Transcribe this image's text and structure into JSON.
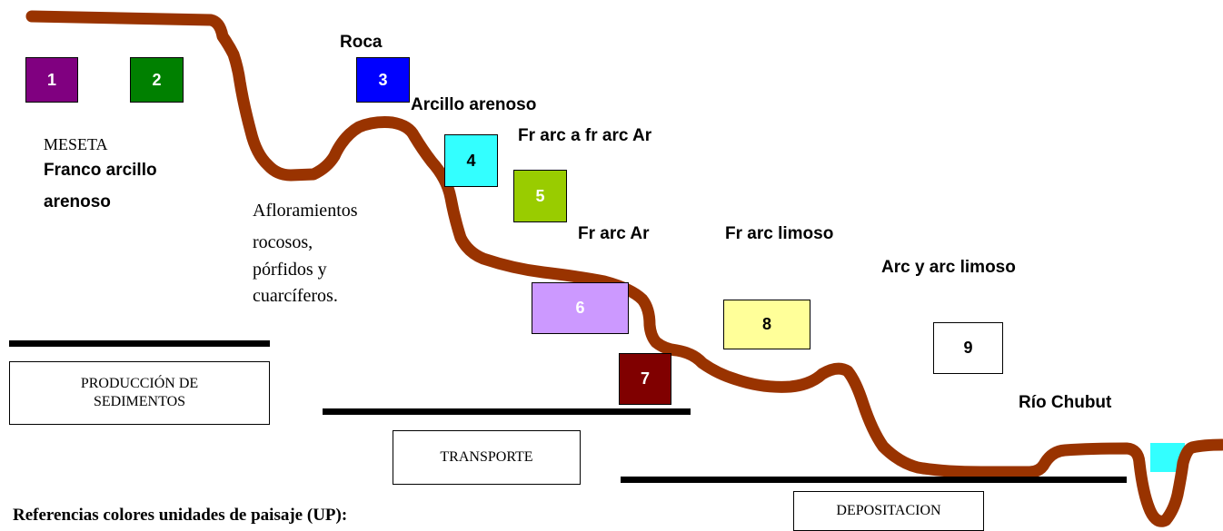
{
  "profile": {
    "line_color": "#993300",
    "river_color": "#33ffff"
  },
  "units": [
    {
      "number": "1",
      "color": "#800080",
      "text_color": "#ffffff"
    },
    {
      "number": "2",
      "color": "#008000",
      "text_color": "#ffffff"
    },
    {
      "number": "3",
      "color": "#0000ff",
      "text_color": "#ffffff"
    },
    {
      "number": "4",
      "color": "#33ffff",
      "text_color": "#000000"
    },
    {
      "number": "5",
      "color": "#99cc00",
      "text_color": "#ffffff"
    },
    {
      "number": "6",
      "color": "#cc99ff",
      "text_color": "#ffffff"
    },
    {
      "number": "7",
      "color": "#800000",
      "text_color": "#ffffff"
    },
    {
      "number": "8",
      "color": "#ffff99",
      "text_color": "#000000"
    },
    {
      "number": "9",
      "color": "#ffffff",
      "text_color": "#000000"
    }
  ],
  "labels": {
    "meseta": "MESETA",
    "franco_arcillo": "Franco arcillo",
    "arenoso": "arenoso",
    "afloramientos": "Afloramientos",
    "rocosos": "rocosos,",
    "porfidos": "pórfidos y",
    "cuarciferos": "cuarcíferos.",
    "roca": "Roca",
    "arcillo_arenoso": "Arcillo arenoso",
    "fr_arc_a_fr_arc_ar": "Fr arc a fr arc Ar",
    "fr_arc_ar": "Fr arc Ar",
    "fr_arc_limoso": "Fr arc limoso",
    "arc_y_arc_limoso": "Arc y arc limoso",
    "rio_chubut": "Río Chubut"
  },
  "phases": {
    "produccion_line1": "PRODUCCIÓN DE",
    "produccion_line2": "SEDIMENTOS",
    "transporte": "TRANSPORTE",
    "depositacion": "DEPOSITACION"
  },
  "footer": {
    "references_title": "Referencias colores unidades de paisaje (UP):"
  }
}
